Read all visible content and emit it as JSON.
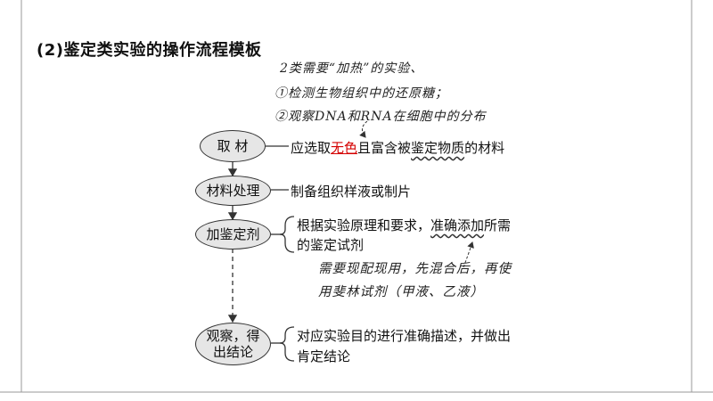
{
  "title": "(2)鉴定类实验的操作流程模板",
  "handnote_top": {
    "line1": "2类需要“加热”的实验、",
    "line2": "①检测生物组织中的还原糖；",
    "line3": "②观察DNA和RNA在细胞中的分布"
  },
  "steps": [
    {
      "label": "取 材",
      "desc_prefix": "应选取",
      "desc_red": "无色",
      "desc_mid": "且富含被",
      "desc_wavy": "鉴定物质",
      "desc_suffix": "的材料"
    },
    {
      "label": "材料处理",
      "desc": "制备组织样液或制片"
    },
    {
      "label": "加鉴定剂",
      "desc_line1_prefix": "根据实验原理和要求，",
      "desc_line1_wavy": "准确添加",
      "desc_line1_suffix": "所需",
      "desc_line2": "的鉴定试剂"
    },
    {
      "label_line1": "观察，得",
      "label_line2": "出结论",
      "desc_line1": "对应实验目的进行准确描述，并做出",
      "desc_line2": "肯定结论"
    }
  ],
  "handnote_mid": {
    "line1": "需要现配现用，先混合后，再使",
    "line2": "用斐林试剂（甲液、乙液）"
  }
}
